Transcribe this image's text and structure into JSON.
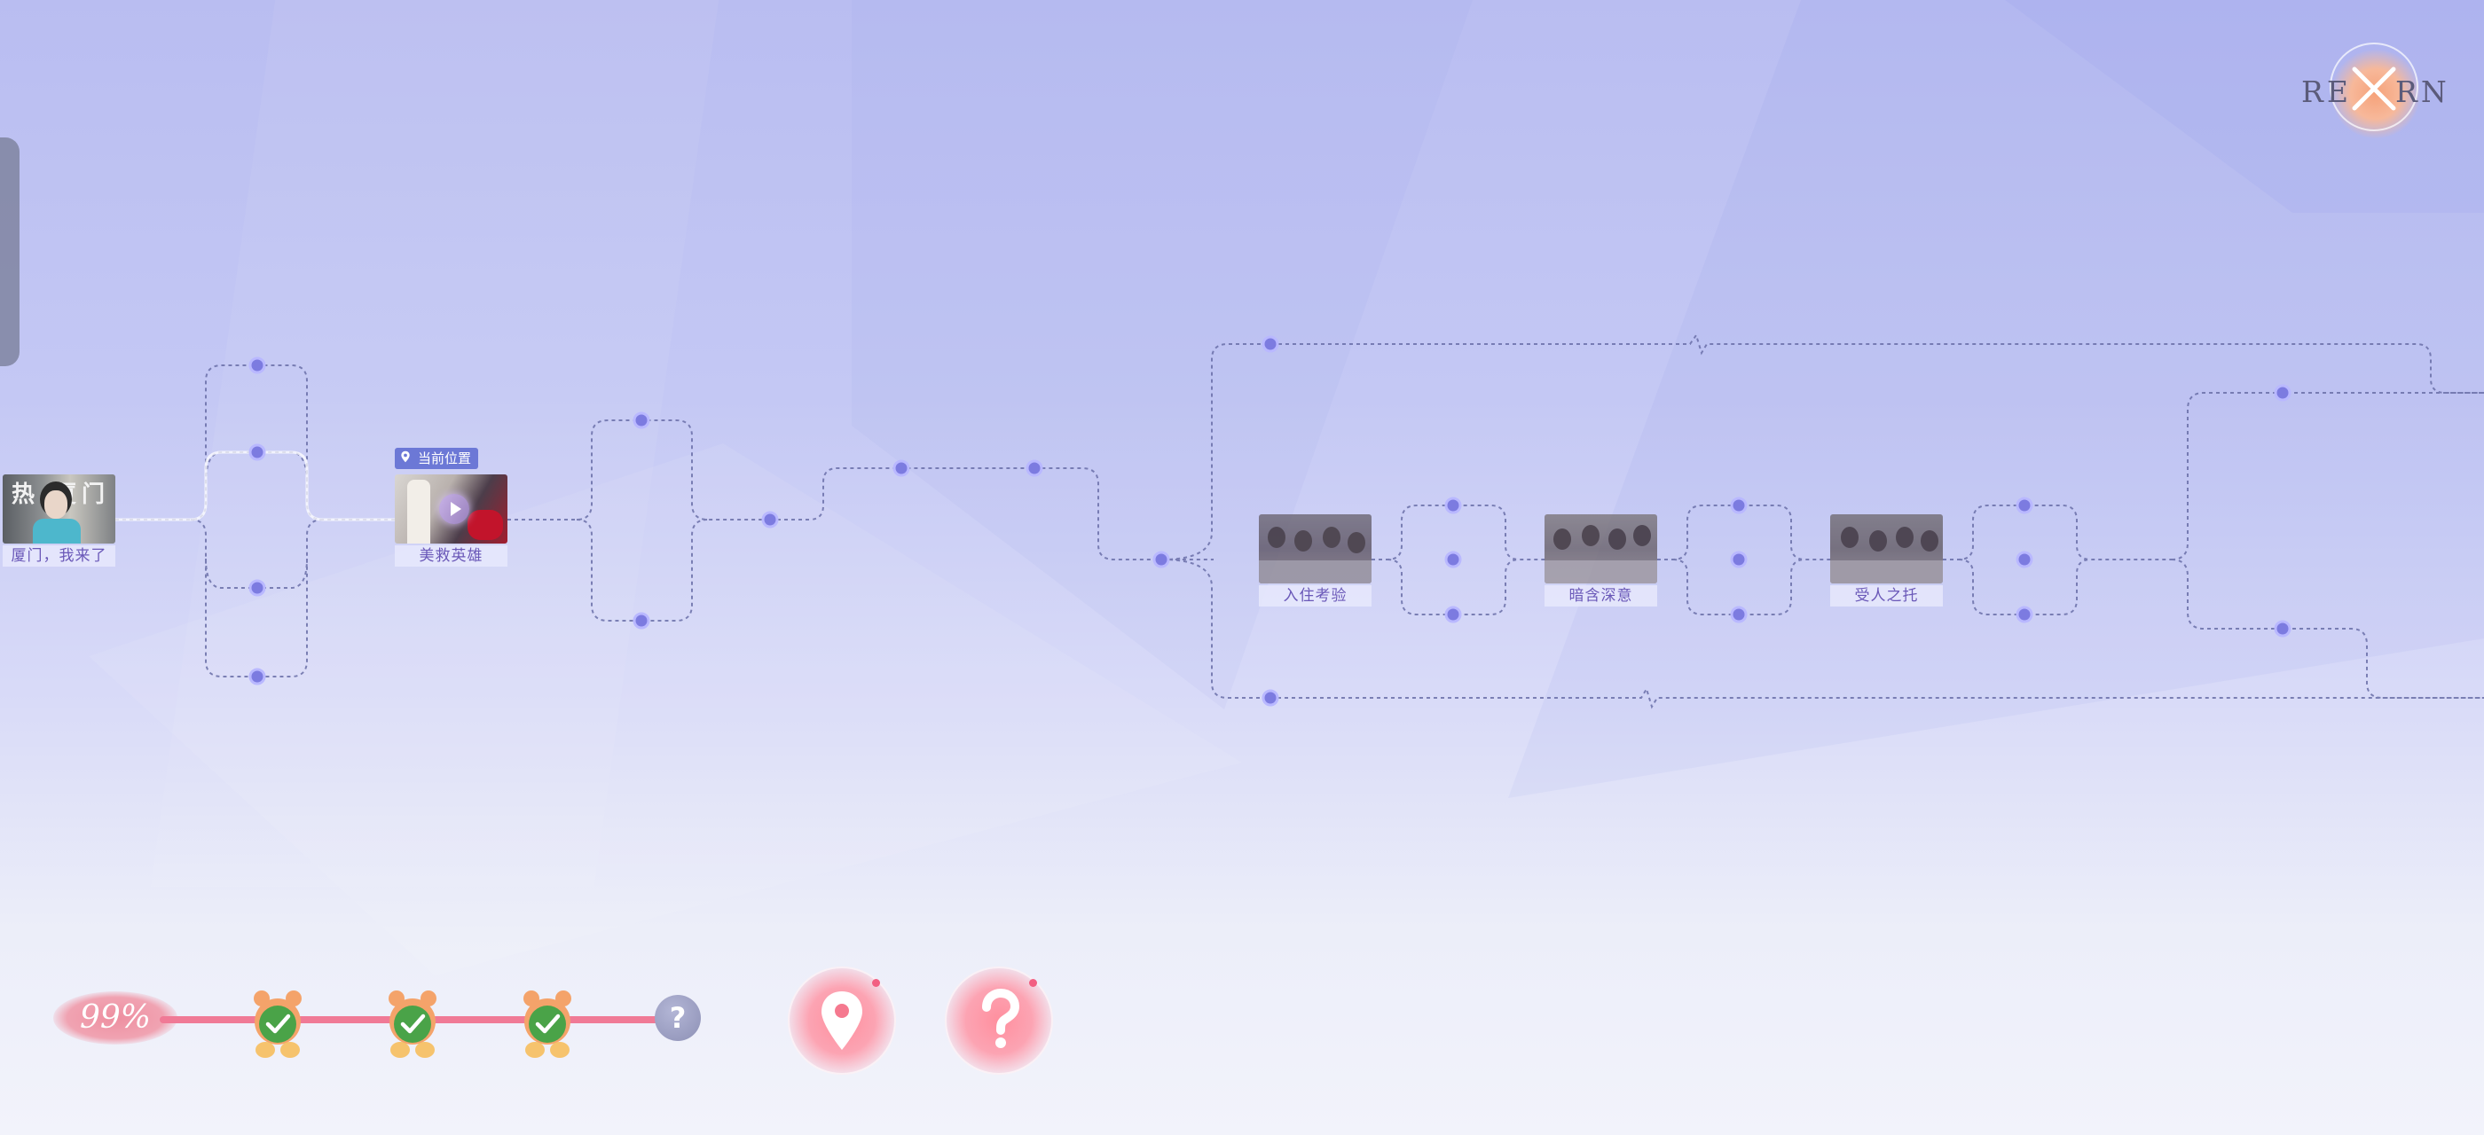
{
  "nodes": [
    {
      "id": "n1",
      "label": "厦门，我来了",
      "sign": "热  厦门"
    },
    {
      "id": "n2",
      "label": "美救英雄",
      "current_tag": "当前位置",
      "current": true
    },
    {
      "id": "n3",
      "label": "入住考验"
    },
    {
      "id": "n4",
      "label": "暗含深意"
    },
    {
      "id": "n5",
      "label": "受人之托"
    }
  ],
  "logo": {
    "left": "RE",
    "right": "RN"
  },
  "progress": {
    "percent": "99%",
    "unlocked": [
      true,
      true,
      true
    ],
    "locked_mark": "?"
  },
  "actions": [
    {
      "name": "locate-button",
      "icon": "location-pin-icon"
    },
    {
      "name": "help-button",
      "icon": "question-icon"
    }
  ],
  "colors": {
    "path": "#6a6fa8",
    "dot": "#7c7be0",
    "accent": "#f07a96",
    "tag": "#6c78d6"
  }
}
